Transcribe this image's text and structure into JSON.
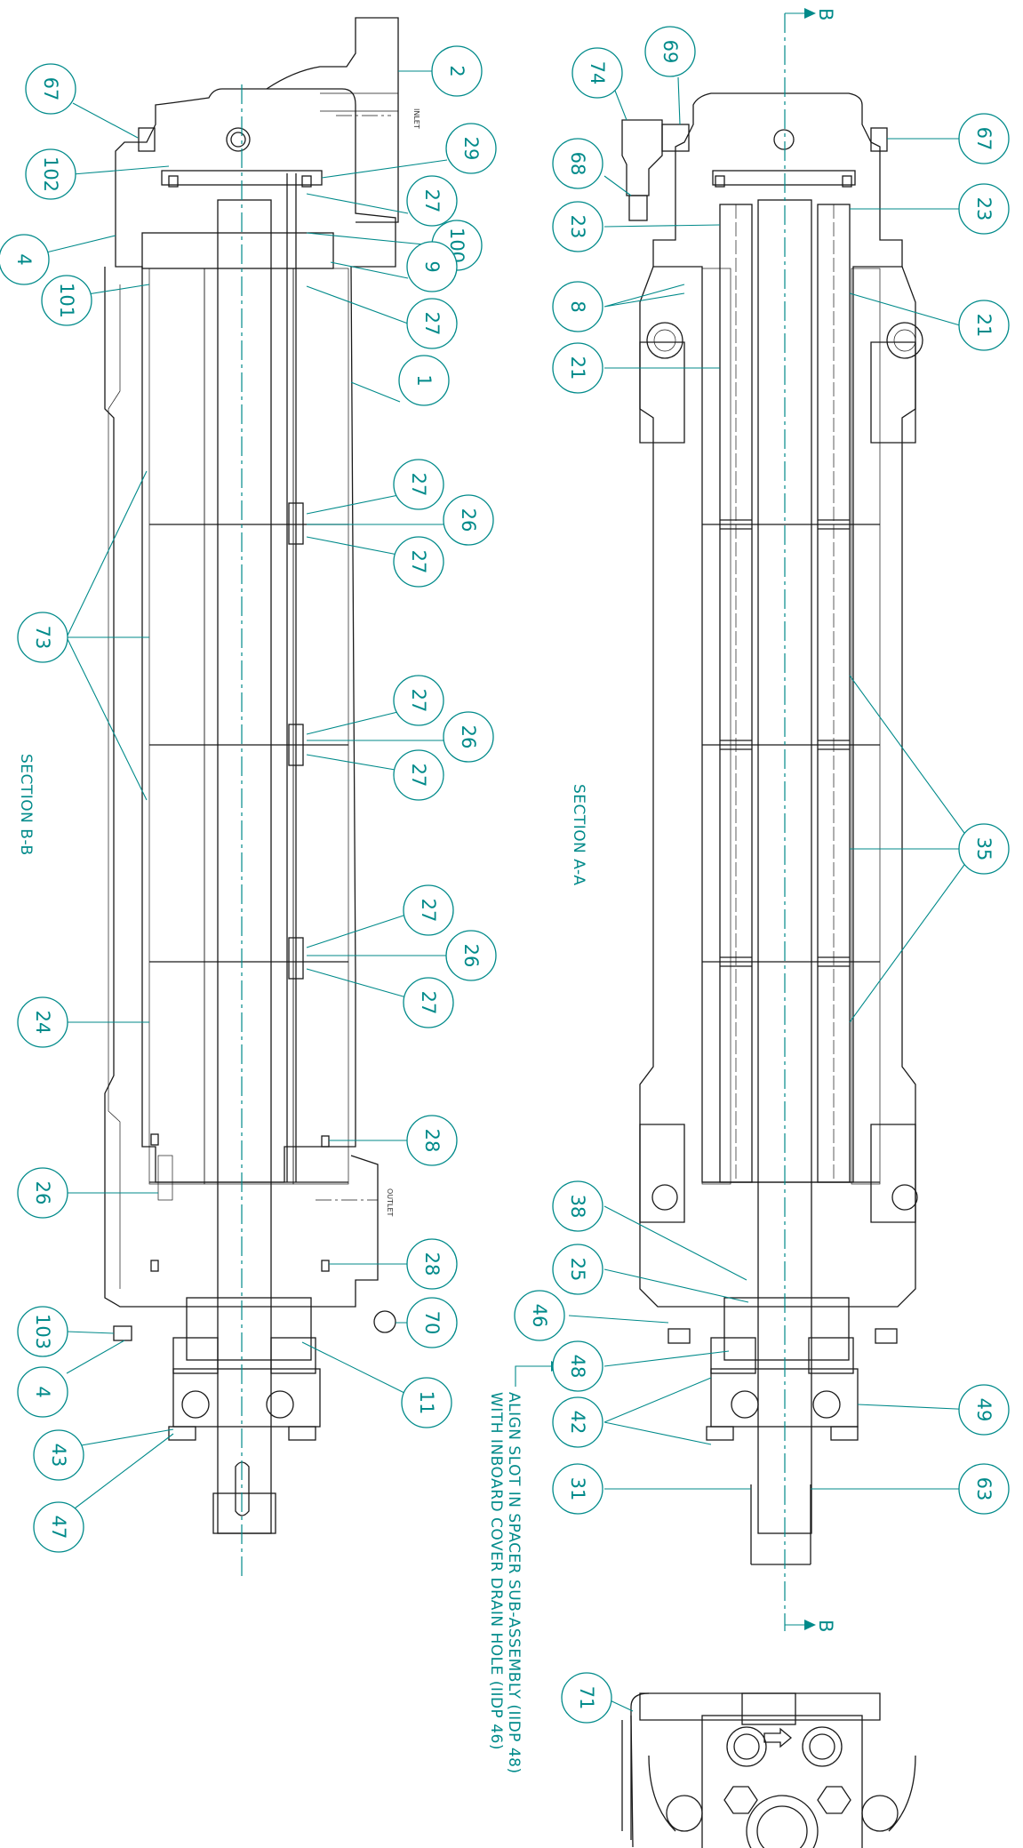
{
  "drawing": {
    "accent_color": "#008a8a",
    "line_color": "#1a1a1a",
    "section_bb_title": "SECTION B-B",
    "section_aa_title": "SECTION A-A",
    "inlet_label": "INLET",
    "outlet_label": "OUTLET",
    "cut_letter_top": "B",
    "cut_letter_bottom": "B",
    "note_line1": "ALIGN SLOT IN SPACER SUB-ASSEMBLY (IIDP 48)",
    "note_line2": "WITH INBOARD COVER DRAIN HOLE (IIDP 46)"
  },
  "balloons_bb": [
    "67",
    "102",
    "4",
    "101",
    "2",
    "29",
    "27",
    "100",
    "9",
    "27",
    "1",
    "27",
    "26",
    "27",
    "73",
    "27",
    "26",
    "27",
    "27",
    "26",
    "27",
    "24",
    "28",
    "26",
    "28",
    "70",
    "103",
    "4",
    "11",
    "43",
    "47"
  ],
  "balloons_aa": [
    "74",
    "69",
    "68",
    "67",
    "23",
    "23",
    "8",
    "21",
    "21",
    "35",
    "38",
    "25",
    "46",
    "48",
    "42",
    "49",
    "31",
    "63",
    "71"
  ]
}
